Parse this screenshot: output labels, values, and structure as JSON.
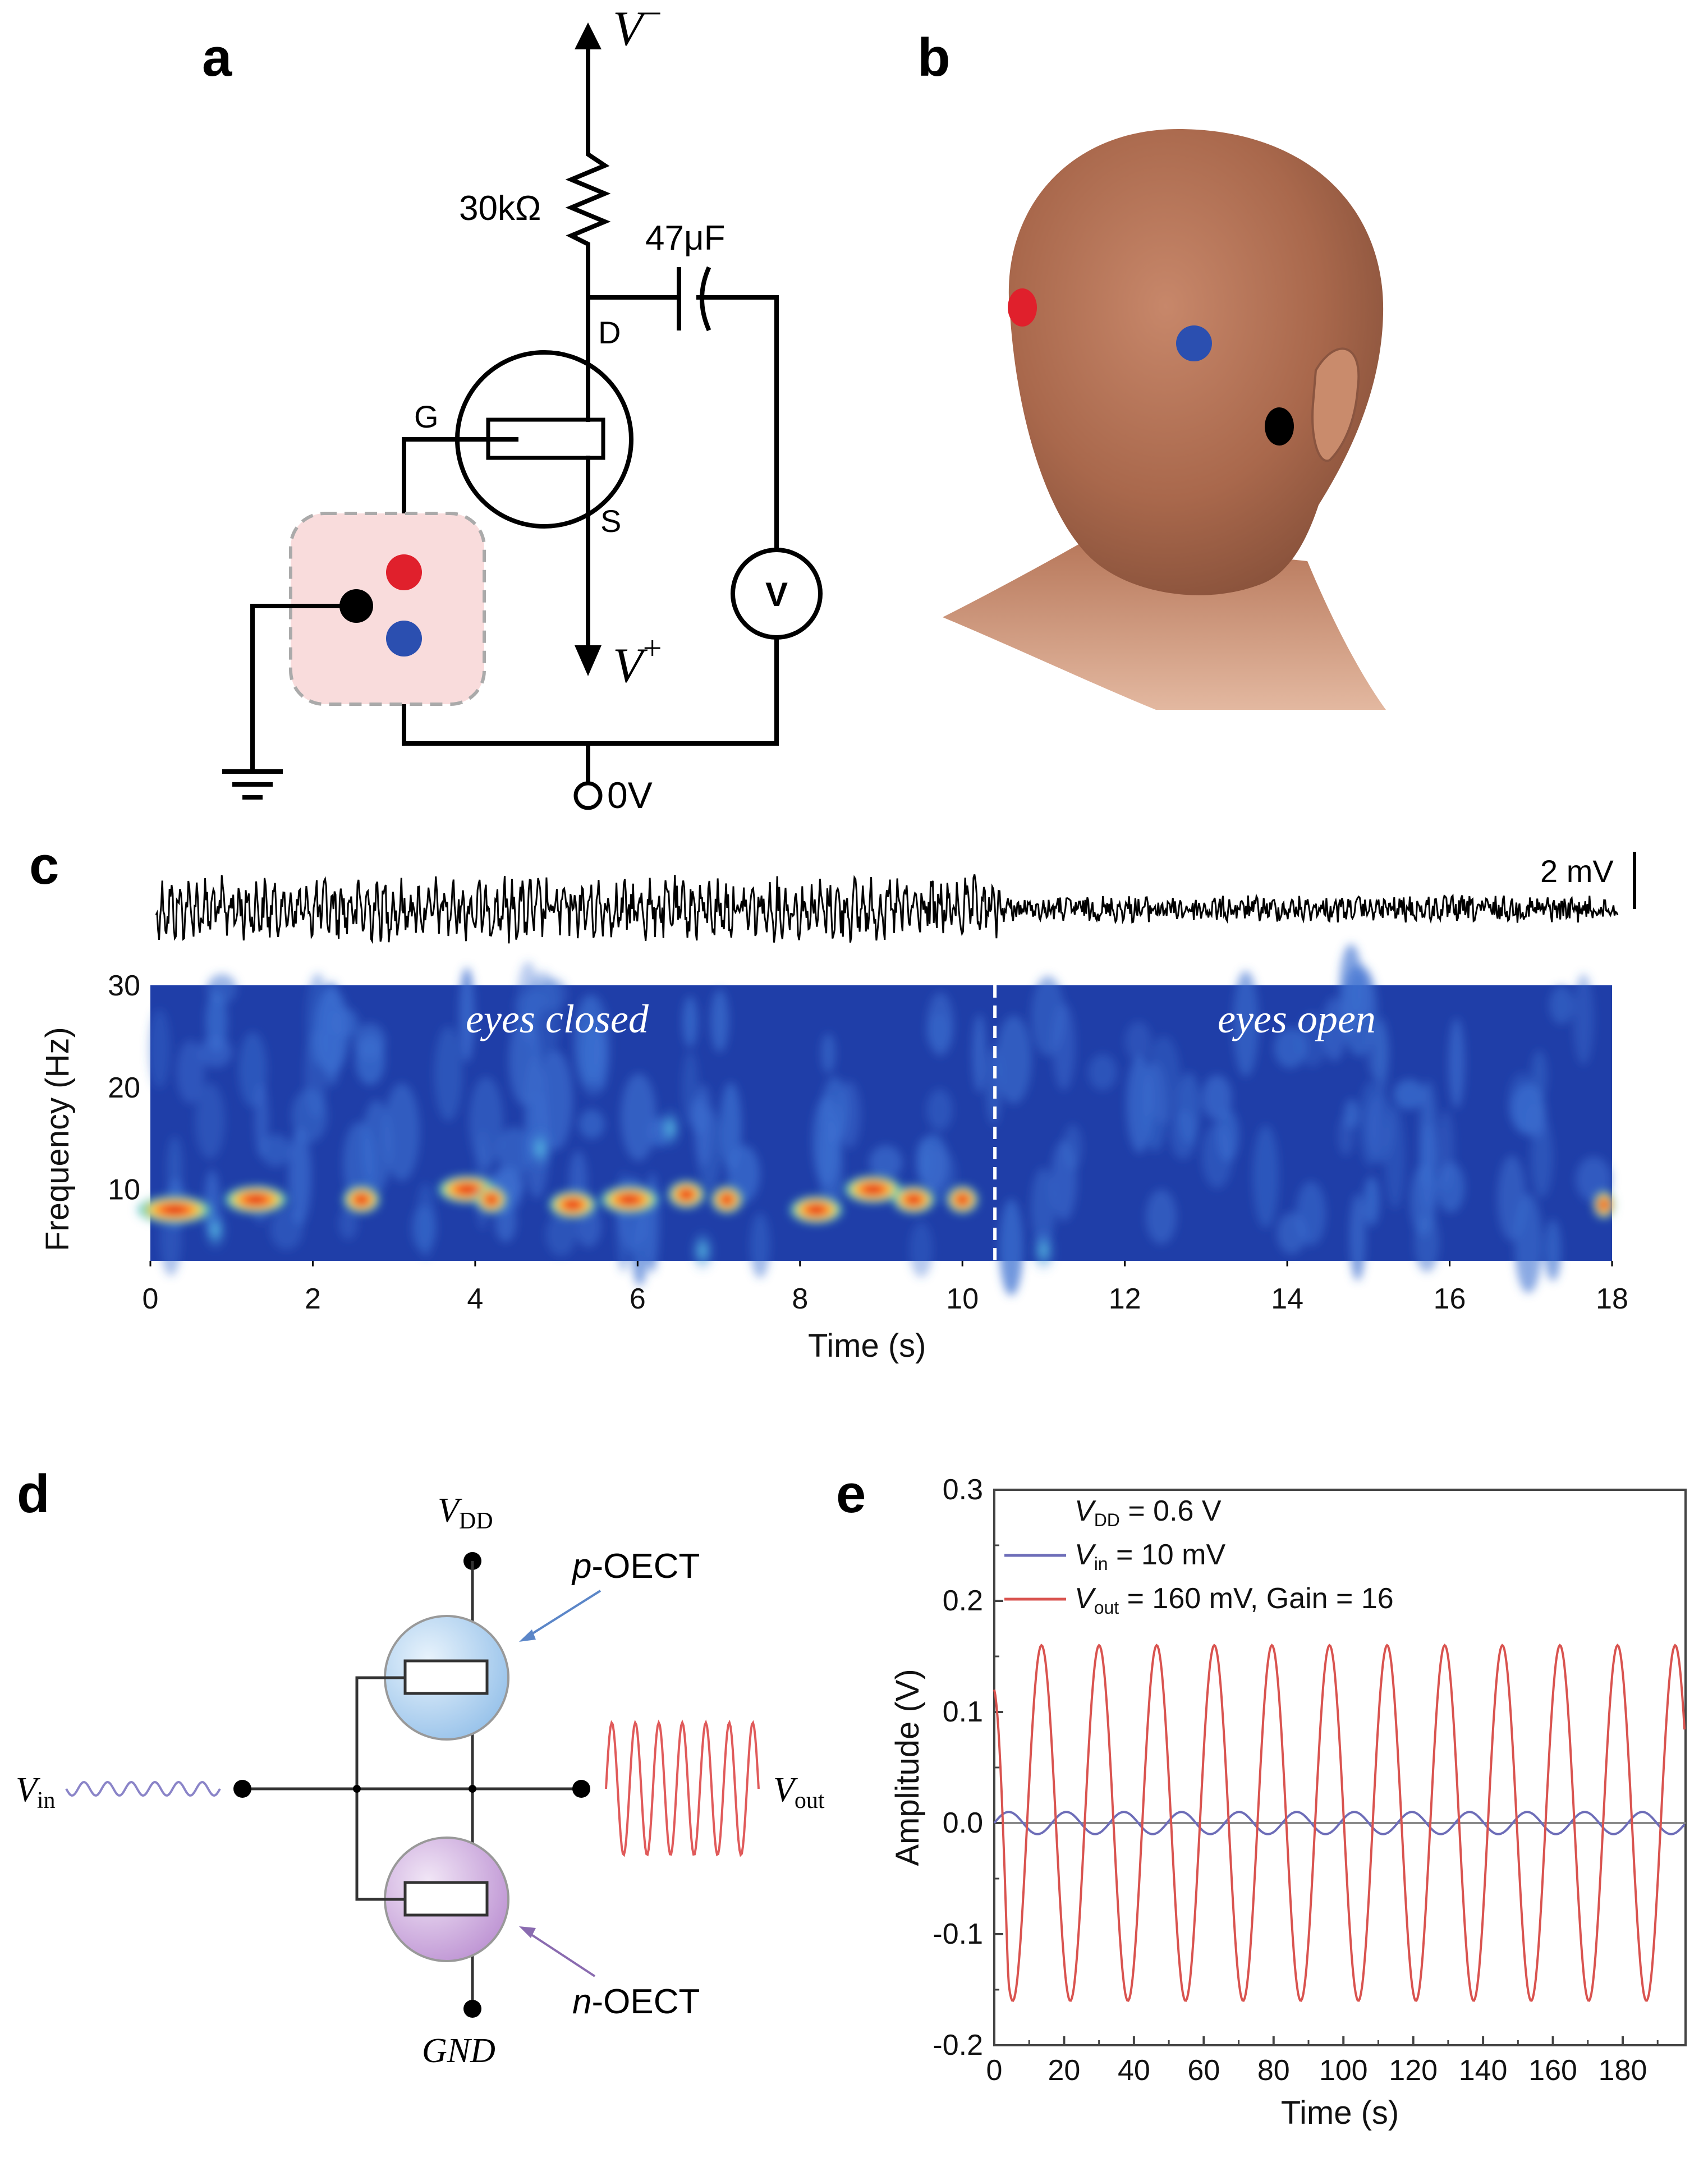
{
  "panels": {
    "a": "a",
    "b": "b",
    "c": "c",
    "d": "d",
    "e": "e"
  },
  "circuit_a": {
    "v_minus_base": "V",
    "v_minus_sup": "−",
    "v_plus_base": "V",
    "v_plus_sup": "+",
    "resistor": "30kΩ",
    "capacitor": "47μF",
    "drain": "D",
    "gate": "G",
    "source": "S",
    "voltmeter": "V",
    "ground_node": "0V",
    "electrode_colors": {
      "red": "#e0202c",
      "blue": "#2b4fb0",
      "black": "#000000"
    },
    "electrode_box_color": "#f7dede"
  },
  "head_b": {
    "skin_color": "#b07050",
    "electrode_colors": {
      "red": "#e0202c",
      "blue": "#2b4fb0",
      "black": "#000000"
    }
  },
  "panel_c": {
    "scale_bar_label": "2 mV",
    "label_eyes_closed": "eyes closed",
    "label_eyes_open": "eyes open",
    "ylabel": "Frequency (Hz)",
    "xlabel": "Time (s)",
    "x_ticks": [
      "0",
      "2",
      "4",
      "6",
      "8",
      "10",
      "12",
      "14",
      "16",
      "18"
    ],
    "y_ticks": [
      "30",
      "20",
      "10"
    ],
    "boundary_time_s": 10.4,
    "background_color": "#1f3ea8"
  },
  "circuit_d": {
    "vdd_base": "V",
    "vdd_sub": "DD",
    "p_label_ital": "p",
    "p_label_rest": "-OECT",
    "n_label_ital": "n",
    "n_label_rest": "-OECT",
    "gnd": "GND",
    "vin_base": "V",
    "vin_sub": "in",
    "vout_base": "V",
    "vout_sub": "out",
    "p_color": "#a8cdee",
    "n_color": "#c9a5d6",
    "vin_wave_color": "#8a84c8",
    "vout_wave_color": "#e05a5a"
  },
  "chart_data": {
    "type": "line",
    "xlabel": "Time (s)",
    "ylabel": "Amplitude (V)",
    "xlim": [
      0,
      198
    ],
    "ylim": [
      -0.2,
      0.3
    ],
    "x_ticks": [
      "0",
      "20",
      "40",
      "60",
      "80",
      "100",
      "120",
      "140",
      "160",
      "180"
    ],
    "y_ticks": [
      "0.3",
      "0.2",
      "0.1",
      "0.0",
      "-0.1",
      "-0.2"
    ],
    "reference_line": 0,
    "legend": [
      {
        "base": "V",
        "sub": "DD",
        "rest": " = 0.6 V",
        "swatch": false
      },
      {
        "base": "V",
        "sub": "in",
        "rest": " = 10 mV",
        "swatch": true,
        "color": "#6d6db8"
      },
      {
        "base": "V",
        "sub": "out",
        "rest": " = 160 mV, Gain = 16",
        "swatch": true,
        "color": "#d9534f"
      }
    ],
    "series": [
      {
        "key": "vin",
        "color": "#6d6db8",
        "amplitude": 0.01,
        "period_s": 16.5,
        "phase": "sine"
      },
      {
        "key": "vout",
        "color": "#d9534f",
        "amplitude": 0.16,
        "period_s": 16.5,
        "phase": "inverted",
        "start_value": 0.12
      }
    ]
  }
}
